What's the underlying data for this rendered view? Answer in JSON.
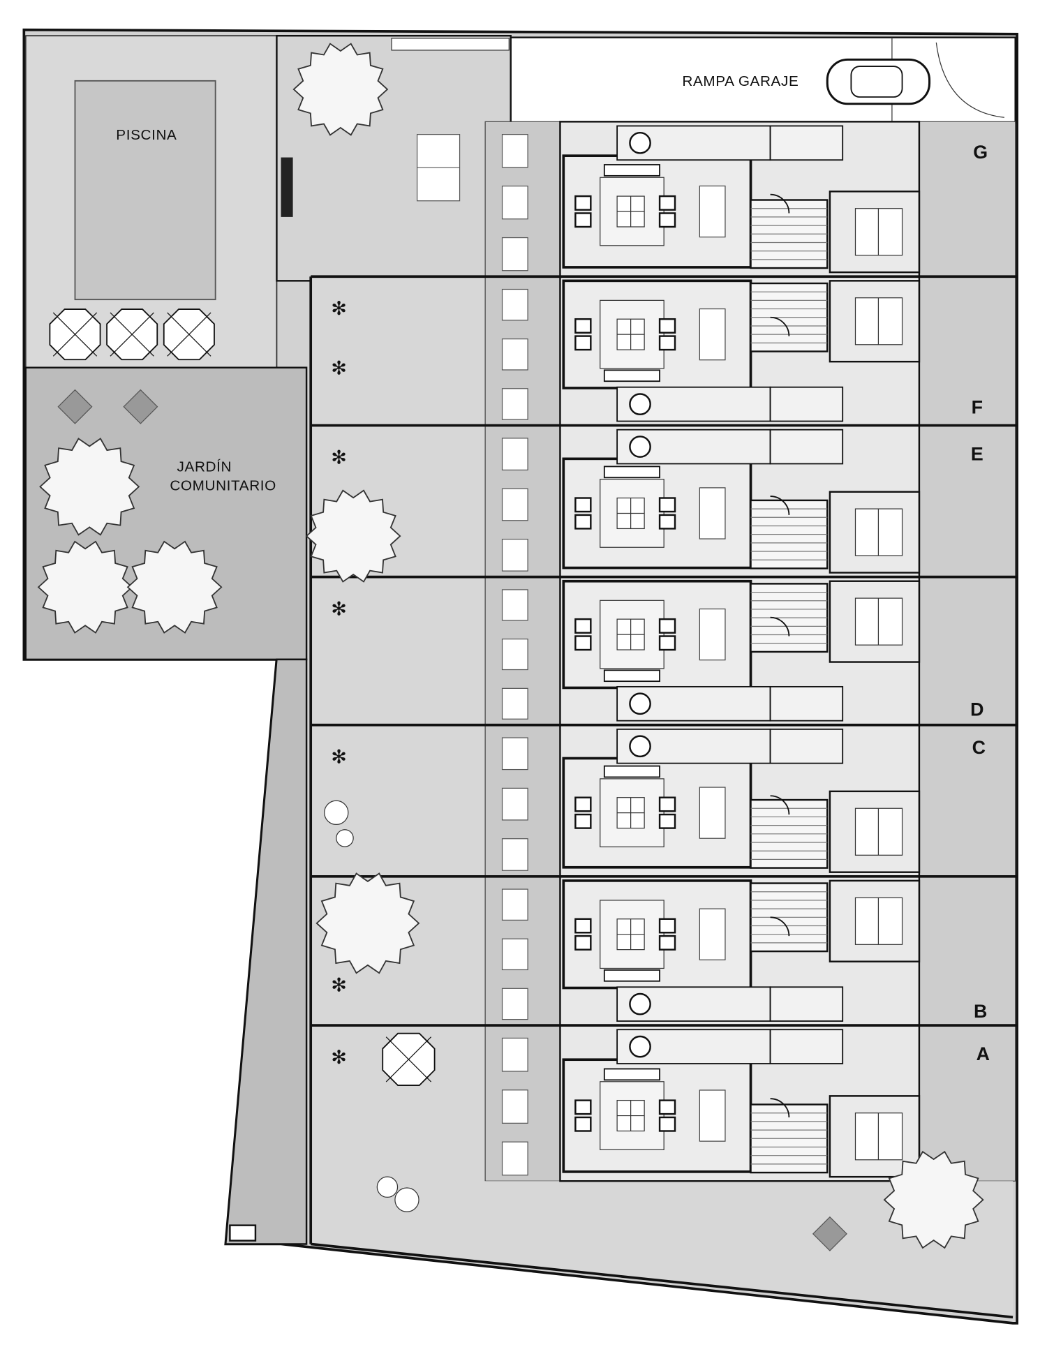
{
  "labels": {
    "pool": "PISCINA",
    "ramp": "RAMPA GARAJE",
    "garden_line1": "JARDÍN",
    "garden_line2": "COMUNITARIO"
  },
  "units": [
    "G",
    "F",
    "E",
    "D",
    "C",
    "B",
    "A"
  ],
  "colors": {
    "background": "#ffffff",
    "pool_area": "#d9d9d9",
    "pool": "#c6c6c6",
    "community_garden": "#bcbcbc",
    "private_garden": "#d7d7d7",
    "house_floor": "#e8e8e8",
    "wall": "#111111",
    "tree": "#f6f6f6"
  }
}
